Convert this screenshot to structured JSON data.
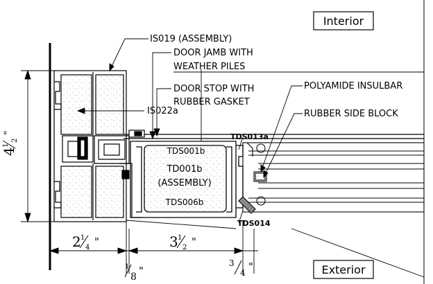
{
  "labels": {
    "interior": "Interior",
    "exterior": "Exterior",
    "is019": "IS019 (ASSEMBLY)",
    "door_jamb_1": "DOOR JAMB WITH",
    "door_jamb_2": "WEATHER PILES",
    "door_stop_1": "DOOR STOP WITH",
    "door_stop_2": "RUBBER GASKET",
    "is022a": "IS022a",
    "polyamide": "POLYAMIDE INSULBAR",
    "rubber_side_block": "RUBBER SIDE BLOCK",
    "tds013a": "TDS013a",
    "tds001b": "TDS001b",
    "td001b": "TD001b",
    "assembly": "(ASSEMBLY)",
    "tds006b": "TDS006b",
    "tds014": "TDS014"
  },
  "dimensions": {
    "height_whole": "4",
    "height_frac_num": "1",
    "height_frac_den": "2",
    "height_inch": "\"",
    "w1_whole": "2",
    "w1_num": "1",
    "w1_den": "4",
    "w1_inch": "\"",
    "w2_whole": "3",
    "w2_num": "1",
    "w2_den": "2",
    "w2_inch": "\"",
    "w3_num": "1",
    "w3_den": "8",
    "w3_inch": "\"",
    "w4_num": "3",
    "w4_den": "4",
    "w4_inch": "\""
  }
}
